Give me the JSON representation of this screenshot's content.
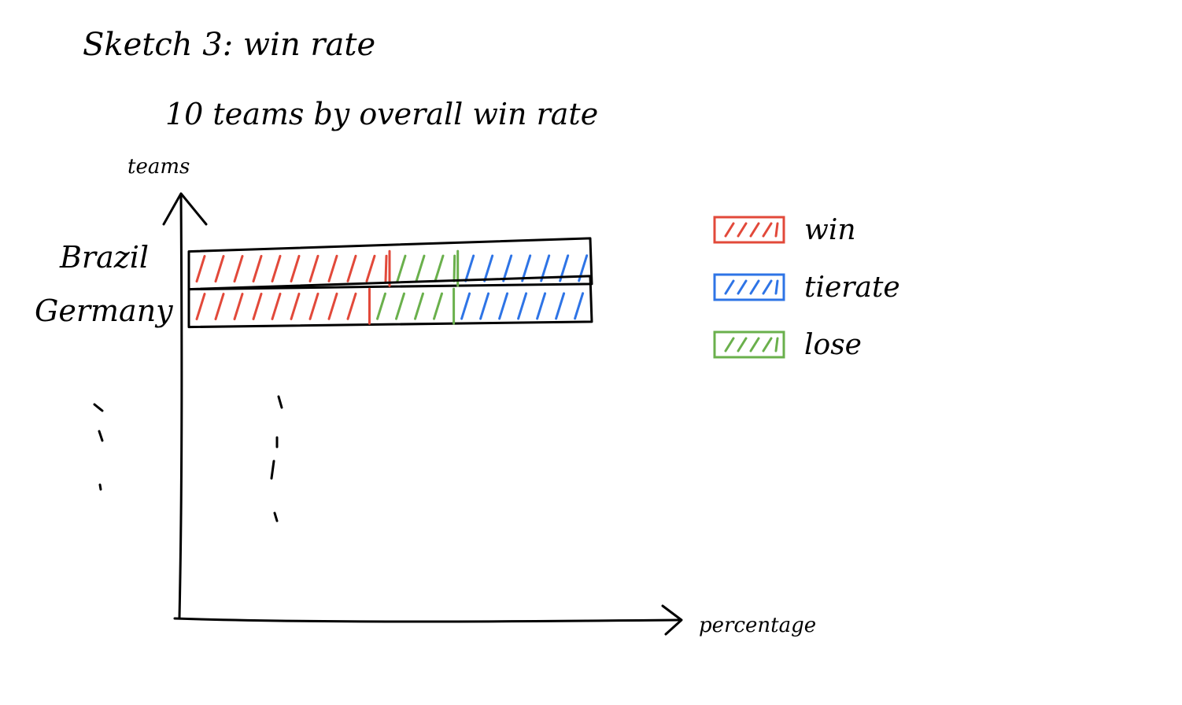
{
  "title": "Sketch 3:  win rate",
  "subtitle": "10 teams by overall win rate",
  "chart_data": {
    "type": "bar",
    "orientation": "horizontal",
    "stacked": true,
    "y_axis_label": "teams",
    "x_axis_label": "percentage",
    "categories": [
      "Brazil",
      "Germany"
    ],
    "series": [
      {
        "name": "win",
        "color": "#e2493a",
        "values": [
          0.5,
          0.45
        ]
      },
      {
        "name": "lose",
        "color": "#6ab04c",
        "values": [
          0.17,
          0.21
        ]
      },
      {
        "name": "tierate",
        "color": "#2e74e6",
        "values": [
          0.33,
          0.34
        ]
      }
    ],
    "legend_order": [
      "win",
      "tierate",
      "lose"
    ],
    "legend_position": "right",
    "grid": false
  }
}
